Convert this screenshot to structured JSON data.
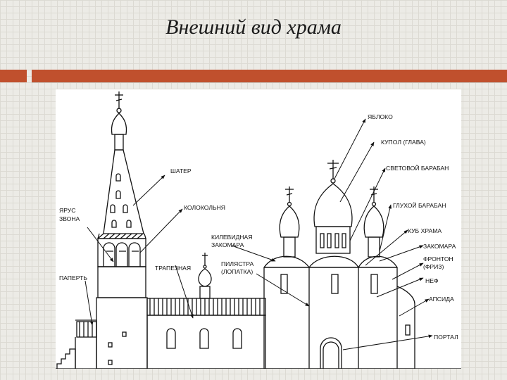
{
  "slide": {
    "title": "Внешний вид храма"
  },
  "diagram": {
    "labels": {
      "apple": "ЯБЛОКО",
      "dome": "КУПОЛ (ГЛАВА)",
      "light_drum": "СВЕТОВОЙ БАРАБАН",
      "tent": "ШАТЕР",
      "blind_drum": "ГЛУХОЙ БАРАБАН",
      "belfry": "КОЛОКОЛЬНЯ",
      "bell_tier_1": "ЯРУС",
      "bell_tier_2": "ЗВОНА",
      "temple_cube": "КУБ ХРАМА",
      "keel_zakomara_1": "КИЛЕВИДНАЯ",
      "keel_zakomara_2": "ЗАКОМАРА",
      "zakomara": "ЗАКОМАРА",
      "pilaster_1": "ПИЛЯСТРА",
      "pilaster_2": "(ЛОПАТКА)",
      "pediment_1": "ФРОНТОН",
      "pediment_2": "(ФРИЗ)",
      "refectory": "ТРАПЕЗНАЯ",
      "porch": "ПАПЕРТЬ",
      "nave": "НЕФ",
      "apse": "АПСИДА",
      "portal": "ПОРТАЛ"
    }
  }
}
